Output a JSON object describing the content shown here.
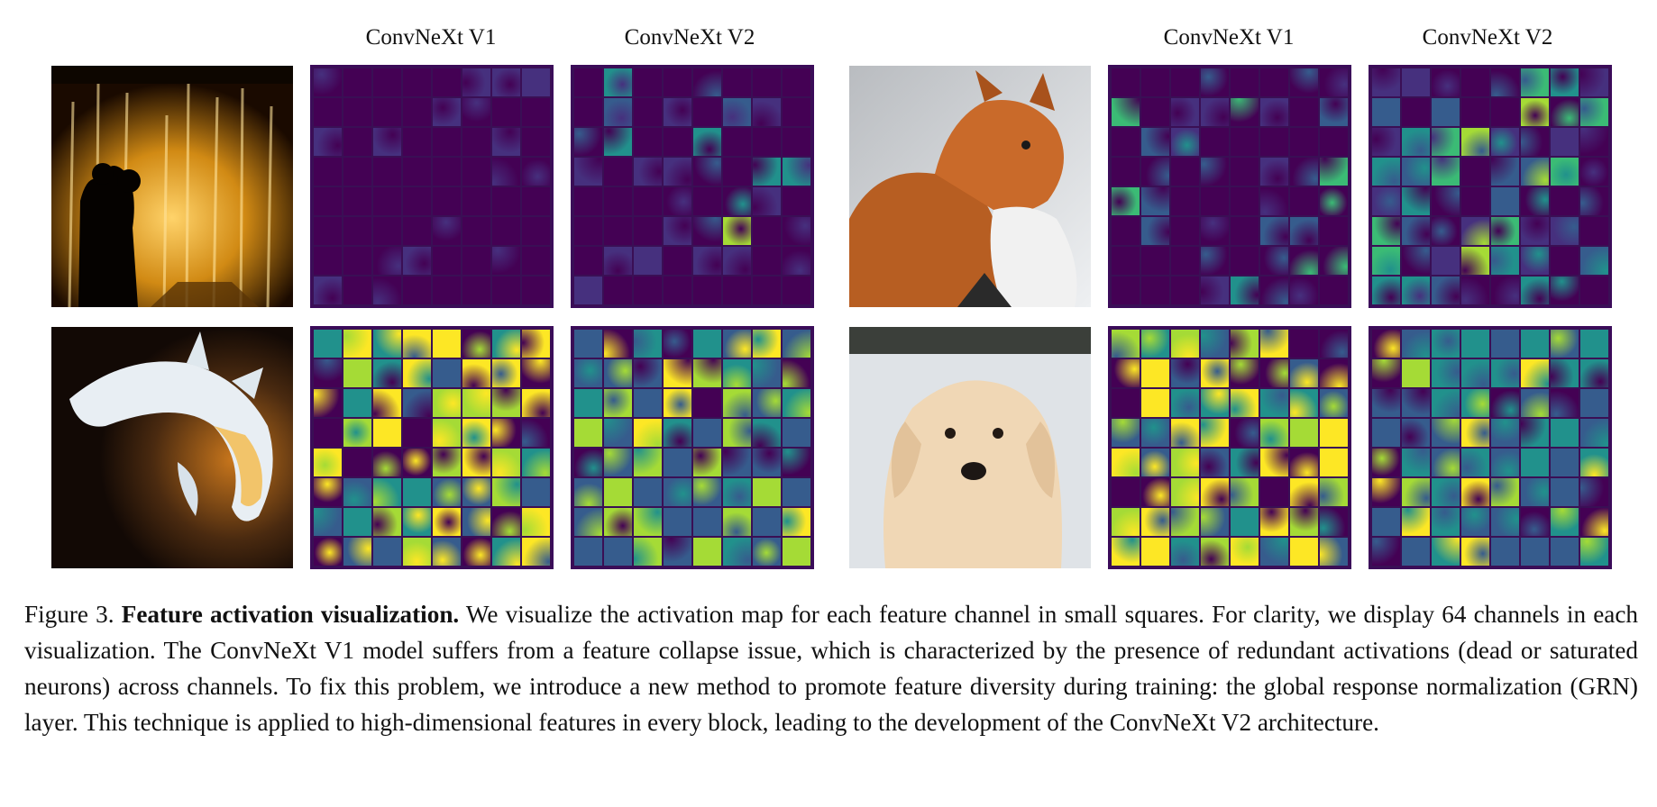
{
  "headers": [
    "ConvNeXt V1",
    "ConvNeXt V2",
    "ConvNeXt V1",
    "ConvNeXt V2"
  ],
  "images": [
    {
      "name": "fountain-couple-image"
    },
    {
      "name": "fox-image"
    },
    {
      "name": "koi-fish-image"
    },
    {
      "name": "golden-retriever-image"
    }
  ],
  "caption": {
    "label": "Figure 3.",
    "title": "Feature activation visualization.",
    "body": "We visualize the activation map for each feature channel in small squares. For clarity, we display 64 channels in each visualization. The ConvNeXt V1 model suffers from a feature collapse issue, which is characterized by the presence of redundant activations (dead or saturated neurons) across channels. To fix this problem, we introduce a new method to promote feature diversity during training: the global response normalization (GRN) layer. This technique is applied to high-dimensional features in every block, leading to the development of the ConvNeXt V2 architecture."
  },
  "colors": {
    "dark": "#440154",
    "purple": "#46307e",
    "blue": "#365c8d",
    "teal": "#21918c",
    "green": "#3bbb75",
    "lime": "#a5db36",
    "yellow": "#fde725"
  }
}
